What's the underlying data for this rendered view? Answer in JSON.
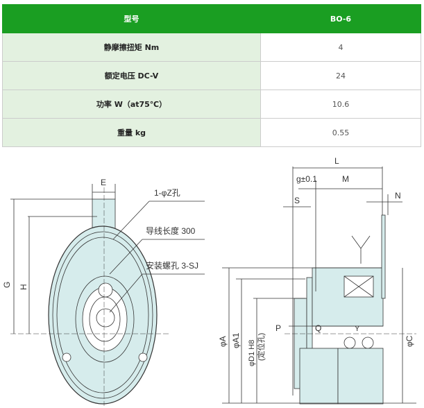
{
  "table": {
    "header": {
      "label": "型号",
      "model": "BO-6"
    },
    "rows": [
      {
        "label": "静摩擦扭矩 Nm",
        "value": "4"
      },
      {
        "label": "额定电压 DC-V",
        "value": "24"
      },
      {
        "label": "功率 W（at75℃）",
        "value": "10.6"
      },
      {
        "label": "重量 kg",
        "value": "0.55"
      }
    ]
  },
  "drawing": {
    "front": {
      "E": "E",
      "G": "G",
      "H": "H",
      "hole": "1-φZ孔",
      "lead": "导线长度 300",
      "mount": "安装螺孔 3-SJ"
    },
    "side": {
      "L": "L",
      "g": "g±0.1",
      "M": "M",
      "S": "S",
      "N": "N",
      "P": "P",
      "Q": "Q",
      "Y": "Y",
      "A": "φA",
      "A1": "φA1",
      "D1": "φD1 H8",
      "D1note": "(定位孔)",
      "C": "φC"
    }
  },
  "colors": {
    "header": "#1a9e22",
    "label_bg": "#e3f1e0",
    "part": "#d6ecec"
  }
}
